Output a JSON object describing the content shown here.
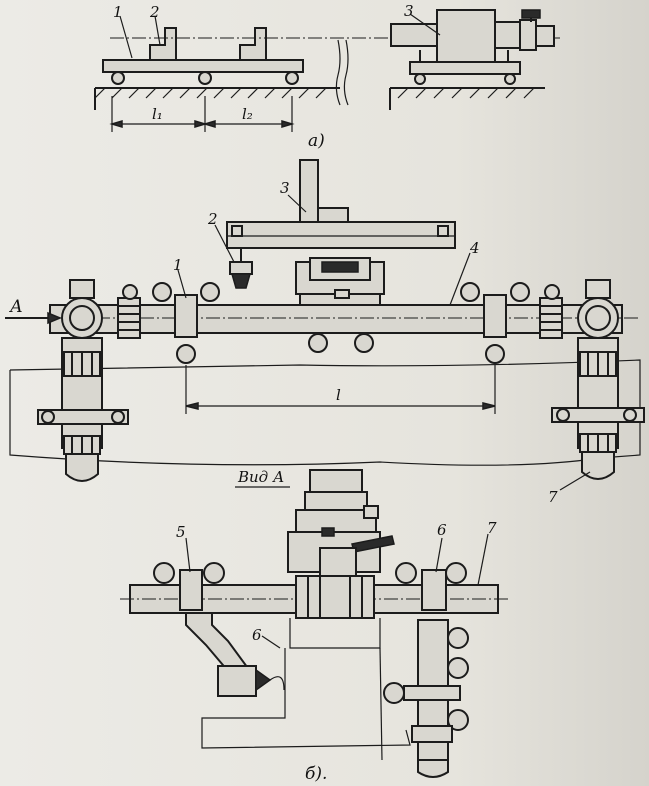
{
  "labels": {
    "a1": "1",
    "a2": "2",
    "a3": "3",
    "l1": "l₁",
    "l2": "l₂",
    "fig_a": "а)",
    "b3": "3",
    "b2": "2",
    "b1": "1",
    "b4": "4",
    "arrow_a": "А",
    "dim_l": "l",
    "b7": "7",
    "view_a": "Вид А",
    "v5": "5",
    "v6": "6",
    "v7": "7",
    "v6b": "6",
    "fig_b": "б)."
  }
}
